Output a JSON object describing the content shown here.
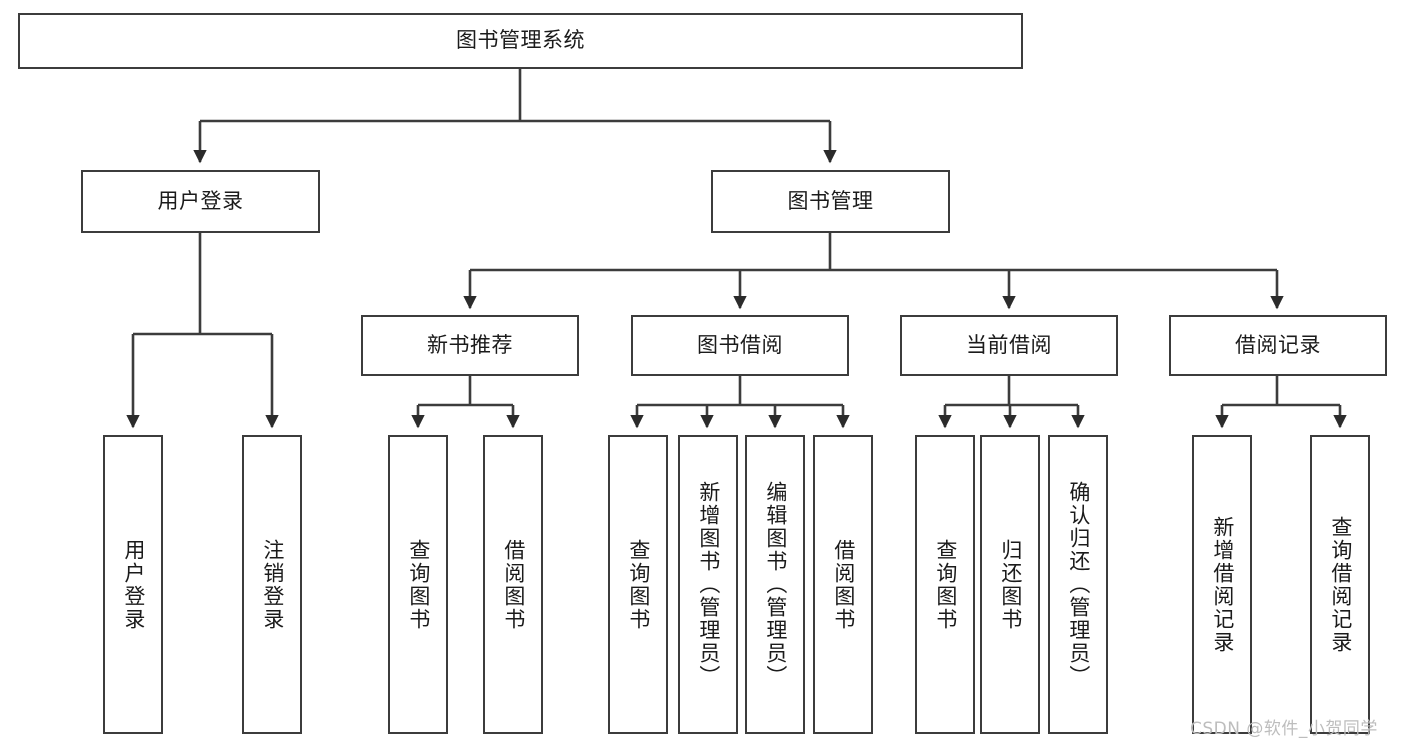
{
  "diagram": {
    "title": "图书管理系统",
    "type": "tree-structure-chart",
    "watermark": "CSDN @软件_小贺同学",
    "line_color": "#3c3c3c",
    "box_fill": "#ffffff",
    "text_color": "#1b1b1b"
  },
  "nodes": {
    "root": "图书管理系统",
    "level2": {
      "user_login": "用户登录",
      "book_manage": "图书管理"
    },
    "level3": {
      "new_book_rec": "新书推荐",
      "book_borrow": "图书借阅",
      "current_borrow": "当前借阅",
      "borrow_record": "借阅记录"
    },
    "leaves": {
      "user_login_1": "用户登录",
      "user_login_2": "注销登录",
      "new_book_rec_1": "查询图书",
      "new_book_rec_2": "借阅图书",
      "book_borrow_1": "查询图书",
      "book_borrow_2": "新增图书（管理员）",
      "book_borrow_3": "编辑图书（管理员）",
      "book_borrow_4": "借阅图书",
      "current_borrow_1": "查询图书",
      "current_borrow_2": "归还图书",
      "current_borrow_3": "确认归还（管理员）",
      "borrow_record_1": "新增借阅记录",
      "borrow_record_2": "查询借阅记录"
    }
  },
  "tree": {
    "label": "图书管理系统",
    "children": [
      {
        "label": "用户登录",
        "children": [
          {
            "label": "用户登录",
            "children": []
          },
          {
            "label": "注销登录",
            "children": []
          }
        ]
      },
      {
        "label": "图书管理",
        "children": [
          {
            "label": "新书推荐",
            "children": [
              {
                "label": "查询图书",
                "children": []
              },
              {
                "label": "借阅图书",
                "children": []
              }
            ]
          },
          {
            "label": "图书借阅",
            "children": [
              {
                "label": "查询图书",
                "children": []
              },
              {
                "label": "新增图书（管理员）",
                "children": []
              },
              {
                "label": "编辑图书（管理员）",
                "children": []
              },
              {
                "label": "借阅图书",
                "children": []
              }
            ]
          },
          {
            "label": "当前借阅",
            "children": [
              {
                "label": "查询图书",
                "children": []
              },
              {
                "label": "归还图书",
                "children": []
              },
              {
                "label": "确认归还（管理员）",
                "children": []
              }
            ]
          },
          {
            "label": "借阅记录",
            "children": [
              {
                "label": "新增借阅记录",
                "children": []
              },
              {
                "label": "查询借阅记录",
                "children": []
              }
            ]
          }
        ]
      }
    ]
  }
}
